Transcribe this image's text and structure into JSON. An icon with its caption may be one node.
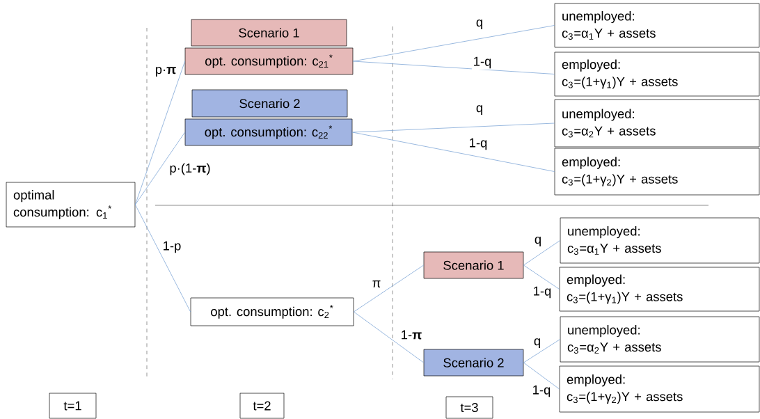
{
  "diagram": {
    "nodes": [
      {
        "text": [
          "optimal consumption: c$_{1}$$^{*}$"
        ]
      },
      {
        "text": [
          "Scenario 1"
        ]
      },
      {
        "text": [
          "opt. consumption: c$_{21}$$^{*}$"
        ]
      },
      {
        "text": [
          "Scenario 2"
        ]
      },
      {
        "text": [
          "opt. consumption: c$_{22}$$^{*}$"
        ]
      },
      {
        "text": [
          "unemployed:",
          "c$_{3}$=α$_{1}$Y + assets"
        ]
      },
      {
        "text": [
          "employed:",
          "c$_{3}$=(1+γ$_{1}$)Y + assets"
        ]
      },
      {
        "text": [
          "unemployed:",
          "c$_{3}$=α$_{2}$Y + assets"
        ]
      },
      {
        "text": [
          "employed:",
          "c$_{3}$=(1+γ$_{2}$)Y + assets"
        ]
      },
      {
        "text": [
          "opt. consumption: c$_{2}$$^{*}$"
        ]
      },
      {
        "text": [
          "Scenario 1"
        ]
      },
      {
        "text": [
          "Scenario 2"
        ]
      },
      {
        "text": [
          "unemployed:",
          "c$_{3}$=α$_{1}$Y + assets"
        ]
      },
      {
        "text": [
          "employed:",
          "c$_{3}$=(1+γ$_{1}$)Y + assets"
        ]
      },
      {
        "text": [
          "unemployed:",
          "c$_{3}$=α$_{2}$Y + assets"
        ]
      },
      {
        "text": [
          "employed:",
          "c$_{3}$=(1+γ$_{2}$)Y + assets"
        ]
      },
      {
        "text": [
          "t=1"
        ]
      },
      {
        "text": [
          "t=2"
        ]
      },
      {
        "text": [
          "t=3"
        ]
      }
    ],
    "edges": [
      {
        "from": 0,
        "to": 2,
        "arrow": "none",
        "label": "p·**π**"
      },
      {
        "from": 0,
        "to": 4,
        "arrow": "none",
        "label": "p·(1-**π**)"
      },
      {
        "from": 0,
        "to": 9,
        "arrow": "none",
        "label": "1-p"
      },
      {
        "from": 2,
        "to": 5,
        "arrow": "none",
        "label": "q"
      },
      {
        "from": 2,
        "to": 6,
        "arrow": "none",
        "label": "1-q"
      },
      {
        "from": 4,
        "to": 7,
        "arrow": "none",
        "label": "q"
      },
      {
        "from": 4,
        "to": 8,
        "arrow": "none",
        "label": "1-q"
      },
      {
        "from": 9,
        "to": 10,
        "arrow": "none",
        "label": "π"
      },
      {
        "from": 9,
        "to": 11,
        "arrow": "none",
        "label": "1-**π**"
      },
      {
        "from": 10,
        "to": 12,
        "arrow": "none",
        "label": "q"
      },
      {
        "from": 10,
        "to": 13,
        "arrow": "none",
        "label": "1-q"
      },
      {
        "from": 11,
        "to": 14,
        "arrow": "none",
        "label": "q"
      },
      {
        "from": 11,
        "to": 15,
        "arrow": "none",
        "label": "1-q"
      }
    ]
  }
}
